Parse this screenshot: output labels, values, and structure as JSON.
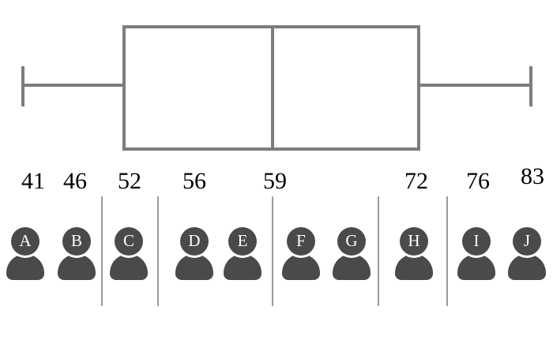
{
  "colors": {
    "boxplot": "#7d7d7d",
    "divider": "#9a9a9a",
    "icon": "#4a4a4a",
    "letter": "#ffffff",
    "number": "#000000"
  },
  "chart_data": {
    "type": "boxplot",
    "orientation": "horizontal",
    "title": "",
    "xlabel": "",
    "ylabel": "",
    "five_number_summary": {
      "min": 41,
      "q1": 52,
      "median": 59,
      "q3": 72,
      "max": 83
    },
    "visible_value_labels": [
      "41",
      "46",
      "52",
      "56",
      "59",
      "72",
      "76",
      "83"
    ],
    "data_point_icons": [
      "A",
      "B",
      "C",
      "D",
      "E",
      "F",
      "G",
      "H",
      "I",
      "J"
    ],
    "label_alignment": [
      {
        "value": "41",
        "aligned_with": "A (min whisker end)"
      },
      {
        "value": "46",
        "aligned_with": "B"
      },
      {
        "value": "52",
        "aligned_with": "C (Q1, left box edge)"
      },
      {
        "value": "56",
        "aligned_with": "D"
      },
      {
        "value": "59",
        "aligned_with": "median line, between E and F"
      },
      {
        "value": "72",
        "aligned_with": "H (Q3, right box edge)"
      },
      {
        "value": "76",
        "aligned_with": "I"
      },
      {
        "value": "83",
        "aligned_with": "J (max whisker end)"
      }
    ],
    "group_dividers": [
      "between B and C",
      "between C and D",
      "between E and F (median)",
      "between G and H",
      "between H and I"
    ]
  }
}
